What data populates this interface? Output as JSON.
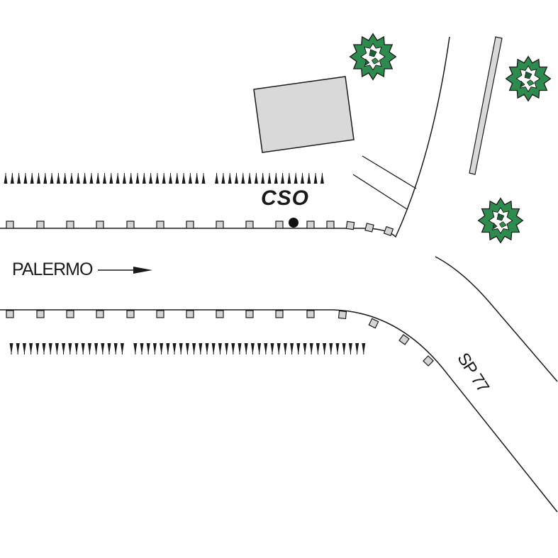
{
  "labels": {
    "station": "CSO",
    "direction": "PALERMO",
    "road": "SP 77"
  },
  "colors": {
    "line": "#1a1a1a",
    "building_fill": "#d9d9d9",
    "marker_fill": "#d4d4d4",
    "tree_fill": "#2e8b4e",
    "tree_dark": "#1b5e35",
    "station_dot": "#111111"
  },
  "icons": {
    "station": "station-dot-icon",
    "tree": "tree-icon",
    "arrow": "arrow-right-icon",
    "building": "building-icon",
    "bollard": "square-marker-icon"
  }
}
